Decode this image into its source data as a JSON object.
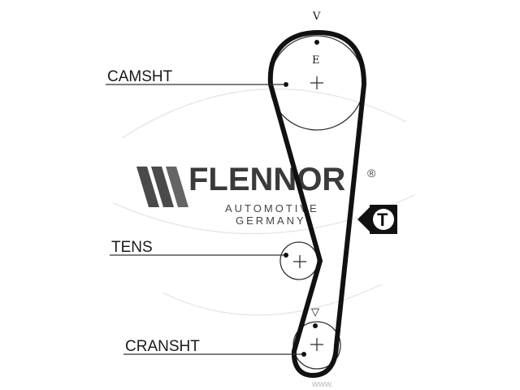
{
  "labels": {
    "camshaft": "CAMSHT",
    "tensioner": "TENS",
    "crankshaft": "CRANSHT",
    "top_mark": "V",
    "cam_mark": "E",
    "crank_mark": "▽",
    "tension_box": "T"
  },
  "brand": {
    "name": "FLENNOR",
    "registered": "®",
    "line1": "AUTOMOTIVE",
    "line2": "GERMANY",
    "color": "#3a3a3a"
  },
  "watermark": "www."
}
